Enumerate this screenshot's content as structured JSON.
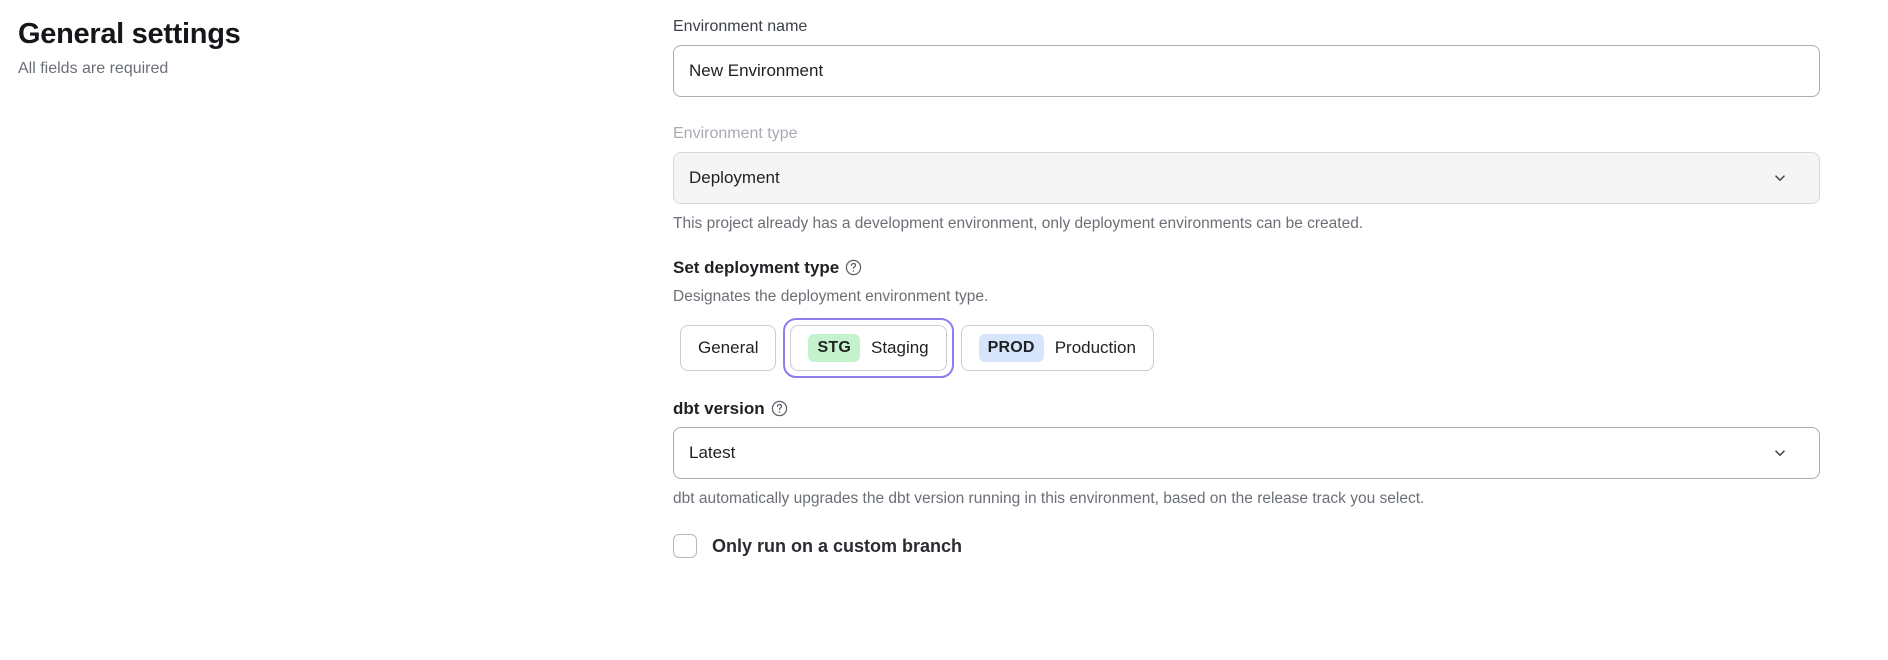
{
  "header": {
    "title": "General settings",
    "subtitle": "All fields are required"
  },
  "form": {
    "environment_name": {
      "label": "Environment name",
      "value": "New Environment",
      "placeholder": "Environment name"
    },
    "environment_type": {
      "label": "Environment type",
      "value": "Deployment",
      "help_text": "This project already has a development environment, only deployment environments can be created.",
      "chevron_icon": "chevron-down-icon",
      "disabled": true
    },
    "deployment_type": {
      "label": "Set deployment type",
      "help_icon": "help-circle-icon",
      "description": "Designates the deployment environment type.",
      "selected": "Staging",
      "options": [
        {
          "id": "general",
          "badge": "",
          "label": "General",
          "badge_color": ""
        },
        {
          "id": "staging",
          "badge": "STG",
          "label": "Staging",
          "badge_color": "#c4f2cd"
        },
        {
          "id": "production",
          "badge": "PROD",
          "label": "Production",
          "badge_color": "#d7e5fb"
        }
      ],
      "focus_ring_color": "#8b7ff0"
    },
    "dbt_version": {
      "label": "dbt version",
      "help_icon": "help-circle-icon",
      "value": "Latest",
      "help_text": "dbt automatically upgrades the dbt version running in this environment, based on the release track you select.",
      "chevron_icon": "chevron-down-icon"
    },
    "custom_branch": {
      "label": "Only run on a custom branch",
      "checked": false
    }
  }
}
